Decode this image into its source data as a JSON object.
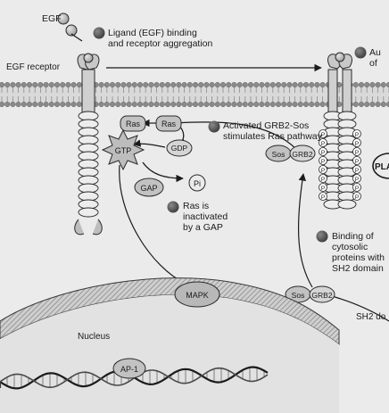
{
  "labels": {
    "egf": "EGF",
    "egf_receptor": "EGF receptor",
    "nucleus": "Nucleus",
    "sh2_domain_cut": "SH2 do"
  },
  "annotations": {
    "ligand_binding": "Ligand (EGF) binding\nand receptor aggregation",
    "autophos_cut": "Au\nof",
    "grb2_sos_activation": "Activated GRB2-Sos\nstimulates Ras pathway",
    "ras_inactivated": "Ras is\ninactivated\nby a GAP",
    "binding_sh2": "Binding of\ncytosolic\nproteins with\nSH2 domain"
  },
  "nodes": {
    "ras_left": "Ras",
    "ras_right": "Ras",
    "gtp": "GTP",
    "gdp": "GDP",
    "gap": "GAP",
    "pi": "Pi",
    "sos_top": "Sos",
    "grb2_top": "GRB2",
    "phospho": "P",
    "plc_cut": "PLA",
    "mapk": "MAPK",
    "ap1": "AP-1",
    "sos_bottom": "Sos",
    "grb2_bottom": "GRB2"
  },
  "colors": {
    "background": "#ebebeb",
    "ink": "#1b1b1b",
    "node_fill": "#bdbdbd",
    "bullet": "#555555",
    "membrane": "#9a9a9a"
  }
}
